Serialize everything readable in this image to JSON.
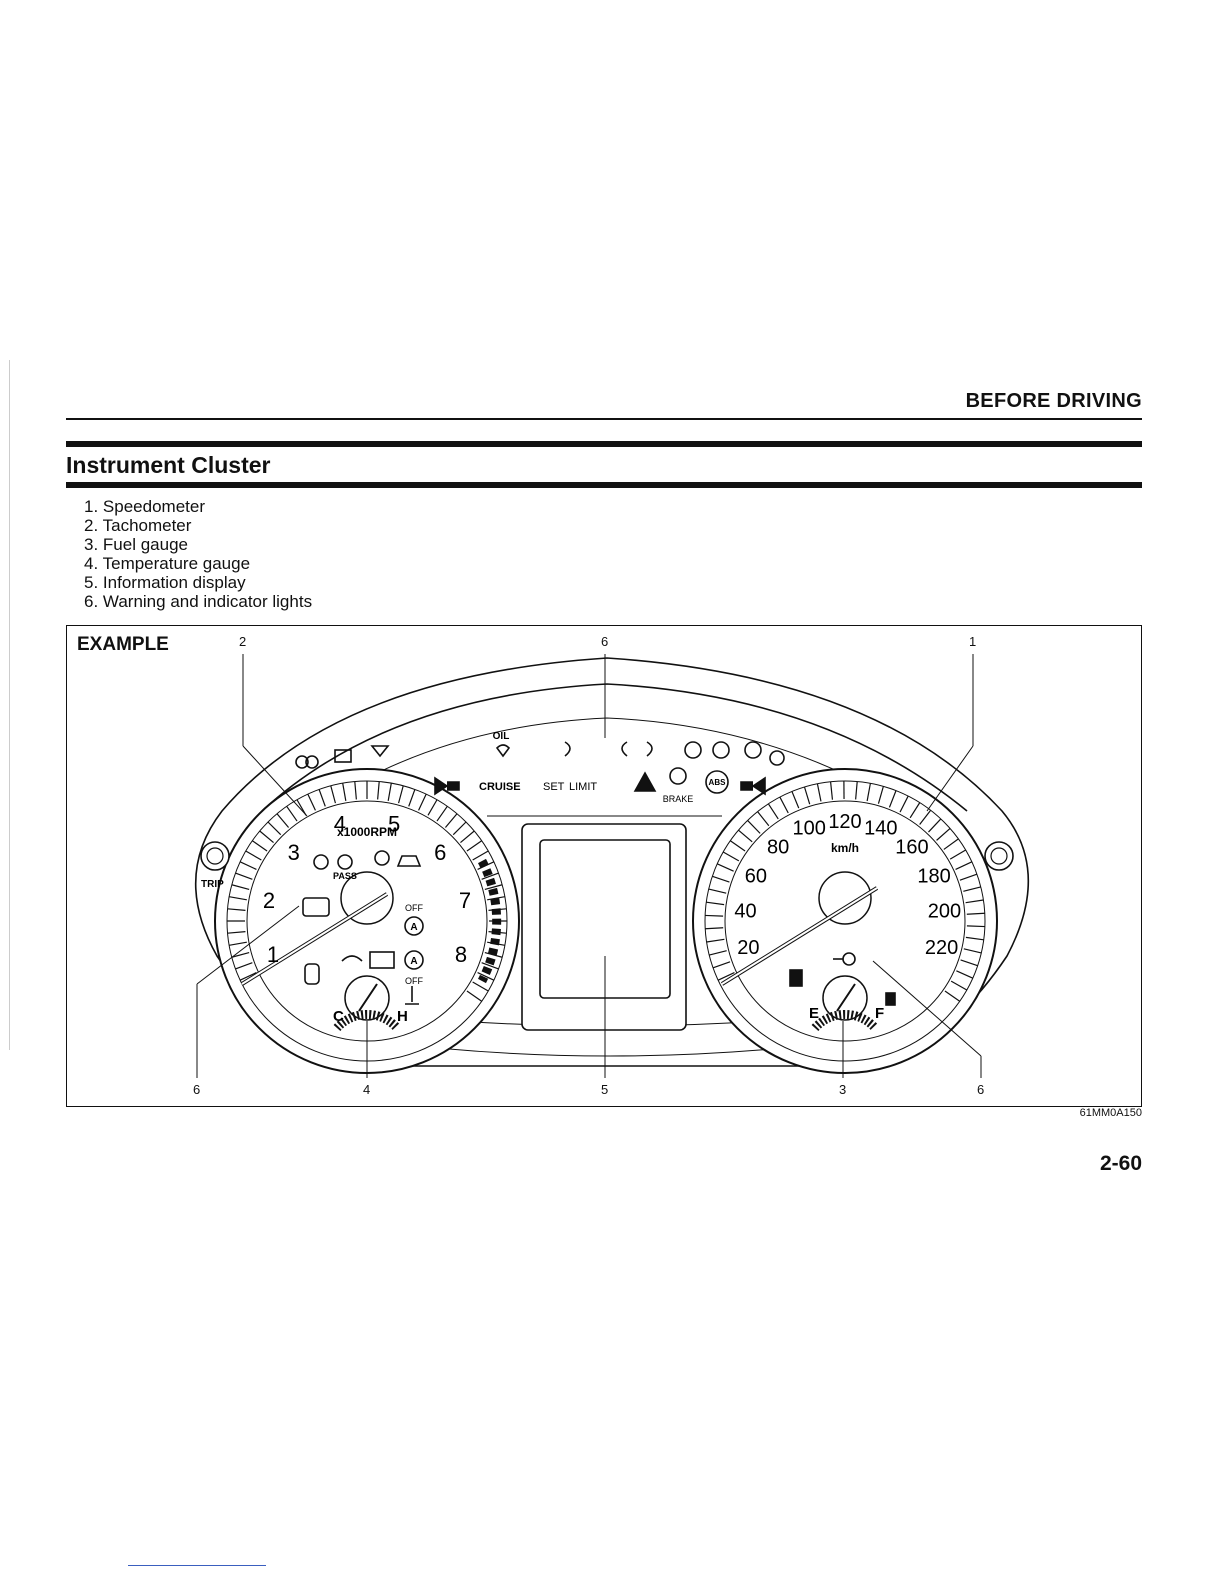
{
  "header": {
    "section": "BEFORE DRIVING"
  },
  "title": "Instrument Cluster",
  "items": [
    {
      "num": "1.",
      "label": "Speedometer"
    },
    {
      "num": "2.",
      "label": "Tachometer"
    },
    {
      "num": "3.",
      "label": "Fuel gauge"
    },
    {
      "num": "4.",
      "label": "Temperature gauge"
    },
    {
      "num": "5.",
      "label": "Information display"
    },
    {
      "num": "6.",
      "label": "Warning and indicator lights"
    }
  ],
  "figure": {
    "example_label": "EXAMPLE",
    "callouts": {
      "top_left": "2",
      "top_center": "6",
      "top_right": "1",
      "bot_1": "6",
      "bot_2": "4",
      "bot_3": "5",
      "bot_4": "3",
      "bot_5": "6"
    },
    "tachometer": {
      "numbers": [
        "1",
        "2",
        "3",
        "4",
        "5",
        "6",
        "7",
        "8"
      ],
      "unit": "x1000RPM"
    },
    "speedometer": {
      "numbers": [
        "20",
        "40",
        "60",
        "80",
        "100",
        "120",
        "140",
        "160",
        "180",
        "200",
        "220"
      ],
      "unit": "km/h"
    },
    "temp": {
      "low": "C",
      "high": "H"
    },
    "fuel": {
      "empty": "E",
      "full": "F"
    },
    "indicators": {
      "cruise": "CRUISE",
      "set": "SET",
      "limit": "LIMIT",
      "brake": "BRAKE",
      "abs": "ABS",
      "oil": "OIL",
      "off1": "OFF",
      "off2": "OFF",
      "pass": "PASS",
      "trip": "TRIP"
    },
    "code": "61MM0A150"
  },
  "page_number": "2-60"
}
